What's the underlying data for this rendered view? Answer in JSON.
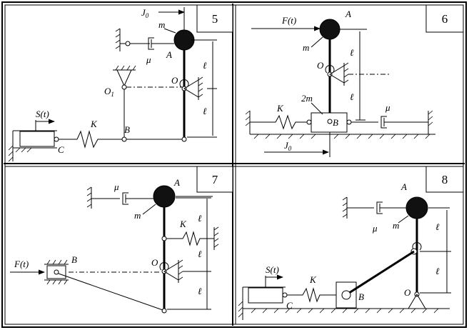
{
  "panels": [
    {
      "number": "5",
      "labels": {
        "J0": "J",
        "J0_sub": "0",
        "m": "m",
        "A": "A",
        "mu": "μ",
        "O": "O",
        "O1": "O",
        "O1_sub": "1",
        "B": "B",
        "C": "C",
        "K": "K",
        "S": "S(t)",
        "l1": "ℓ",
        "l2": "ℓ"
      }
    },
    {
      "number": "6",
      "labels": {
        "F": "F(t)",
        "A": "A",
        "m": "m",
        "O": "O",
        "m2": "2m",
        "K": "K",
        "B": "B",
        "mu": "μ",
        "J0": "J",
        "J0_sub": "0",
        "l1": "ℓ",
        "l2": "ℓ"
      }
    },
    {
      "number": "7",
      "labels": {
        "A": "A",
        "mu": "μ",
        "m": "m",
        "K": "K",
        "F": "F(t)",
        "B": "B",
        "O": "O",
        "l1": "ℓ",
        "l2": "ℓ",
        "l3": "ℓ"
      }
    },
    {
      "number": "8",
      "labels": {
        "A": "A",
        "mu": "μ",
        "m": "m",
        "K": "K",
        "S": "S(t)",
        "C": "C",
        "B": "B",
        "O": "O",
        "l1": "ℓ",
        "l2": "ℓ"
      }
    }
  ],
  "colors": {
    "ink": "#000000",
    "paper": "#ffffff",
    "mass": "#111111"
  }
}
